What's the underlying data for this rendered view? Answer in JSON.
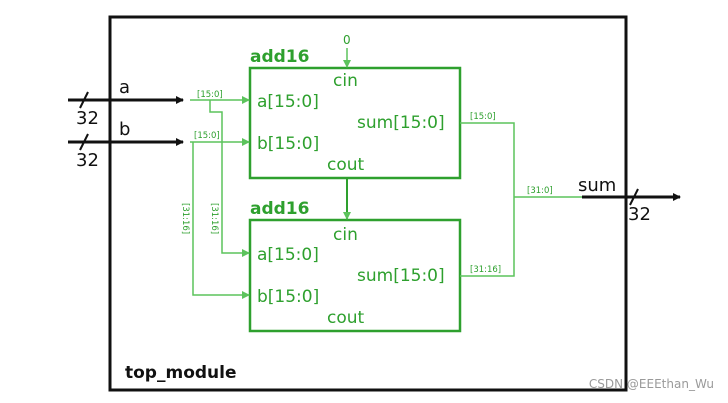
{
  "top": {
    "name": "top_module"
  },
  "inputs": {
    "a": {
      "name": "a",
      "width": "32"
    },
    "b": {
      "name": "b",
      "width": "32"
    }
  },
  "output": {
    "name": "sum",
    "width": "32"
  },
  "adder_lo": {
    "title": "add16",
    "carry_in": "0",
    "ports": {
      "cin": "cin",
      "a": "a[15:0]",
      "b": "b[15:0]",
      "sum": "sum[15:0]",
      "cout": "cout"
    }
  },
  "adder_hi": {
    "title": "add16",
    "ports": {
      "cin": "cin",
      "a": "a[15:0]",
      "b": "b[15:0]",
      "sum": "sum[15:0]",
      "cout": "cout"
    }
  },
  "slices": {
    "a_lo": "[15:0]",
    "b_lo": "[15:0]",
    "a_hi": "[31:16]",
    "b_hi": "[31:16]",
    "sum_lo": "[15:0]",
    "sum_hi": "[31:16]",
    "sum_out": "[31:0]"
  },
  "watermark": "CSDN @EEEthan_Wu",
  "colors": {
    "module_border": "#111111",
    "adder_green": "#2ea02e",
    "wire_green": "#5cc35c"
  }
}
